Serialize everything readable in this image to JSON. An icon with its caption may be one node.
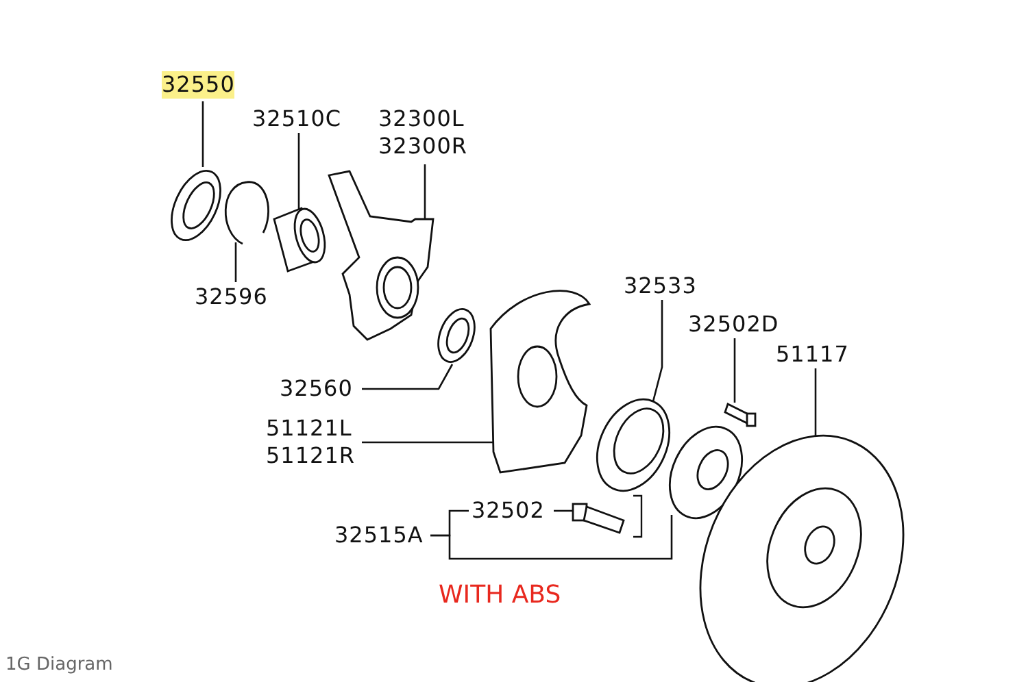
{
  "diagram": {
    "nodes": [
      {
        "text": [
          "32550"
        ]
      },
      {
        "text": [
          "32510C"
        ]
      },
      {
        "text": [
          "32300L",
          "32300R"
        ]
      },
      {
        "text": [
          "32596"
        ]
      },
      {
        "text": [
          "32533"
        ]
      },
      {
        "text": [
          "32502D"
        ]
      },
      {
        "text": [
          "32560"
        ]
      },
      {
        "text": [
          "51117"
        ]
      },
      {
        "text": [
          "51121L",
          "51121R"
        ]
      },
      {
        "text": [
          "32502"
        ]
      },
      {
        "text": [
          "32515A"
        ]
      },
      {
        "text": [],
        "shape": "picture"
      },
      {
        "text": [],
        "shape": "picture"
      },
      {
        "text": [],
        "shape": "picture"
      },
      {
        "text": [],
        "shape": "picture"
      },
      {
        "text": [],
        "shape": "picture"
      },
      {
        "text": [],
        "shape": "picture"
      },
      {
        "text": [],
        "shape": "picture"
      },
      {
        "text": [],
        "shape": "picture"
      },
      {
        "text": [],
        "shape": "picture"
      },
      {
        "text": [],
        "shape": "picture"
      },
      {
        "text": [],
        "shape": "picture"
      }
    ],
    "edges": [
      {
        "from": 0,
        "to": 11,
        "arrow": "none"
      },
      {
        "from": 1,
        "to": 13,
        "arrow": "none"
      },
      {
        "from": 2,
        "to": 14,
        "arrow": "none"
      },
      {
        "from": 3,
        "to": 12,
        "arrow": "none"
      },
      {
        "from": 4,
        "to": 17,
        "arrow": "none"
      },
      {
        "from": 5,
        "to": 19,
        "arrow": "none"
      },
      {
        "from": 6,
        "to": 15,
        "arrow": "none"
      },
      {
        "from": 7,
        "to": 20,
        "arrow": "none"
      },
      {
        "from": 8,
        "to": 16,
        "arrow": "none"
      },
      {
        "from": 9,
        "to": 21,
        "arrow": "none"
      },
      {
        "from": 10,
        "to": 9,
        "arrow": "none"
      },
      {
        "from": 10,
        "to": 18,
        "arrow": "none"
      }
    ],
    "labels": [
      "WITH ABS",
      "1G Diagram"
    ]
  }
}
